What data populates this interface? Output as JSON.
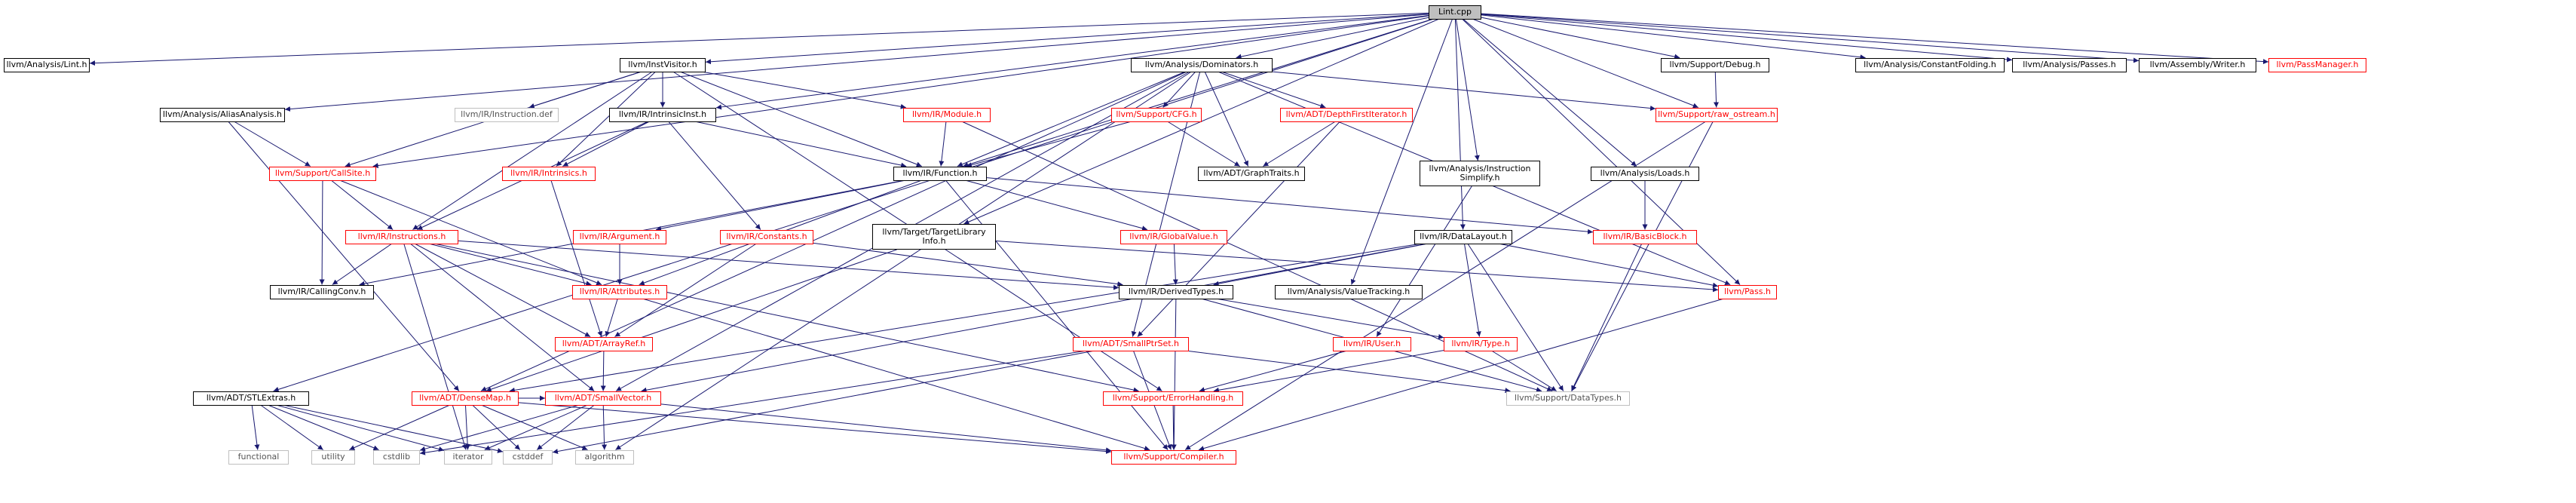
{
  "graph": {
    "edge_color": "#191970",
    "nodes": [
      {
        "id": "lint",
        "label": "Lint.cpp",
        "style": "root"
      },
      {
        "id": "analysis_lint",
        "label": "llvm/Analysis/Lint.h",
        "style": "normal"
      },
      {
        "id": "aa",
        "label": "llvm/Analysis/AliasAnalysis.h",
        "style": "normal"
      },
      {
        "id": "stlextras",
        "label": "llvm/ADT/STLExtras.h",
        "style": "normal"
      },
      {
        "id": "instvisitor",
        "label": "llvm/InstVisitor.h",
        "style": "normal"
      },
      {
        "id": "instrdef",
        "label": "llvm/IR/Instruction.def",
        "style": "gray"
      },
      {
        "id": "intrinsicinst",
        "label": "llvm/IR/IntrinsicInst.h",
        "style": "normal"
      },
      {
        "id": "module",
        "label": "llvm/IR/Module.h",
        "style": "red"
      },
      {
        "id": "dominators",
        "label": "llvm/Analysis/Dominators.h",
        "style": "normal"
      },
      {
        "id": "supportcfg",
        "label": "llvm/Support/CFG.h",
        "style": "red"
      },
      {
        "id": "dfi",
        "label": "llvm/ADT/DepthFirstIterator.h",
        "style": "red"
      },
      {
        "id": "graphtraits",
        "label": "llvm/ADT/GraphTraits.h",
        "style": "normal"
      },
      {
        "id": "debug",
        "label": "llvm/Support/Debug.h",
        "style": "normal"
      },
      {
        "id": "rawostream",
        "label": "llvm/Support/raw_ostream.h",
        "style": "red"
      },
      {
        "id": "constfold",
        "label": "llvm/Analysis/ConstantFolding.h",
        "style": "normal"
      },
      {
        "id": "passes",
        "label": "llvm/Analysis/Passes.h",
        "style": "normal"
      },
      {
        "id": "asmwriter",
        "label": "llvm/Assembly/Writer.h",
        "style": "normal"
      },
      {
        "id": "passmanager",
        "label": "llvm/PassManager.h",
        "style": "red"
      },
      {
        "id": "callsite",
        "label": "llvm/Support/CallSite.h",
        "style": "red"
      },
      {
        "id": "intrinsics",
        "label": "llvm/IR/Intrinsics.h",
        "style": "red"
      },
      {
        "id": "function",
        "label": "llvm/IR/Function.h",
        "style": "normal"
      },
      {
        "id": "instsimplify",
        "label": "llvm/Analysis/Instruction\nSimplify.h",
        "style": "normal"
      },
      {
        "id": "loads",
        "label": "llvm/Analysis/Loads.h",
        "style": "normal"
      },
      {
        "id": "instructions",
        "label": "llvm/IR/Instructions.h",
        "style": "red"
      },
      {
        "id": "argument",
        "label": "llvm/IR/Argument.h",
        "style": "red"
      },
      {
        "id": "constants",
        "label": "llvm/IR/Constants.h",
        "style": "red"
      },
      {
        "id": "targetlibinfo",
        "label": "llvm/Target/TargetLibrary\nInfo.h",
        "style": "normal"
      },
      {
        "id": "globalvalue",
        "label": "llvm/IR/GlobalValue.h",
        "style": "red"
      },
      {
        "id": "datalayout",
        "label": "llvm/IR/DataLayout.h",
        "style": "normal"
      },
      {
        "id": "basicblock",
        "label": "llvm/IR/BasicBlock.h",
        "style": "red"
      },
      {
        "id": "callingconv",
        "label": "llvm/IR/CallingConv.h",
        "style": "normal"
      },
      {
        "id": "attributes",
        "label": "llvm/IR/Attributes.h",
        "style": "red"
      },
      {
        "id": "derivedtypes",
        "label": "llvm/IR/DerivedTypes.h",
        "style": "normal"
      },
      {
        "id": "valuetracking",
        "label": "llvm/Analysis/ValueTracking.h",
        "style": "normal"
      },
      {
        "id": "pass",
        "label": "llvm/Pass.h",
        "style": "red"
      },
      {
        "id": "arrayref",
        "label": "llvm/ADT/ArrayRef.h",
        "style": "red"
      },
      {
        "id": "smallptrset",
        "label": "llvm/ADT/SmallPtrSet.h",
        "style": "red"
      },
      {
        "id": "iruser",
        "label": "llvm/IR/User.h",
        "style": "red"
      },
      {
        "id": "irtype",
        "label": "llvm/IR/Type.h",
        "style": "red"
      },
      {
        "id": "densemap",
        "label": "llvm/ADT/DenseMap.h",
        "style": "red"
      },
      {
        "id": "smallvector",
        "label": "llvm/ADT/SmallVector.h",
        "style": "red"
      },
      {
        "id": "errorhandling",
        "label": "llvm/Support/ErrorHandling.h",
        "style": "red"
      },
      {
        "id": "datatypes",
        "label": "llvm/Support/DataTypes.h",
        "style": "gray"
      },
      {
        "id": "functional",
        "label": "functional",
        "style": "gray"
      },
      {
        "id": "utility",
        "label": "utility",
        "style": "gray"
      },
      {
        "id": "cstdlib",
        "label": "cstdlib",
        "style": "gray"
      },
      {
        "id": "iterator",
        "label": "iterator",
        "style": "gray"
      },
      {
        "id": "cstddef",
        "label": "cstddef",
        "style": "gray"
      },
      {
        "id": "algorithm",
        "label": "algorithm",
        "style": "gray"
      },
      {
        "id": "compiler",
        "label": "llvm/Support/Compiler.h",
        "style": "red"
      }
    ],
    "edges": [
      [
        "lint",
        "analysis_lint"
      ],
      [
        "lint",
        "aa"
      ],
      [
        "lint",
        "stlextras"
      ],
      [
        "lint",
        "instvisitor"
      ],
      [
        "lint",
        "intrinsicinst"
      ],
      [
        "lint",
        "function"
      ],
      [
        "lint",
        "callsite"
      ],
      [
        "lint",
        "dominators"
      ],
      [
        "lint",
        "targetlibinfo"
      ],
      [
        "lint",
        "debug"
      ],
      [
        "lint",
        "rawostream"
      ],
      [
        "lint",
        "constfold"
      ],
      [
        "lint",
        "passes"
      ],
      [
        "lint",
        "asmwriter"
      ],
      [
        "lint",
        "passmanager"
      ],
      [
        "lint",
        "instsimplify"
      ],
      [
        "lint",
        "loads"
      ],
      [
        "lint",
        "valuetracking"
      ],
      [
        "lint",
        "datalayout"
      ],
      [
        "lint",
        "pass"
      ],
      [
        "aa",
        "callsite"
      ],
      [
        "aa",
        "densemap"
      ],
      [
        "stlextras",
        "functional"
      ],
      [
        "stlextras",
        "utility"
      ],
      [
        "stlextras",
        "cstdlib"
      ],
      [
        "stlextras",
        "iterator"
      ],
      [
        "stlextras",
        "cstddef"
      ],
      [
        "instvisitor",
        "instrdef"
      ],
      [
        "instvisitor",
        "intrinsicinst"
      ],
      [
        "instvisitor",
        "module"
      ],
      [
        "instvisitor",
        "function"
      ],
      [
        "instvisitor",
        "callsite"
      ],
      [
        "instvisitor",
        "intrinsics"
      ],
      [
        "instvisitor",
        "instructions"
      ],
      [
        "instvisitor",
        "errorhandling"
      ],
      [
        "intrinsicinst",
        "intrinsics"
      ],
      [
        "intrinsicinst",
        "function"
      ],
      [
        "intrinsicinst",
        "instructions"
      ],
      [
        "intrinsicinst",
        "constants"
      ],
      [
        "module",
        "function"
      ],
      [
        "module",
        "datatypes"
      ],
      [
        "dominators",
        "supportcfg"
      ],
      [
        "dominators",
        "dfi"
      ],
      [
        "dominators",
        "graphtraits"
      ],
      [
        "dominators",
        "function"
      ],
      [
        "dominators",
        "smallptrset"
      ],
      [
        "dominators",
        "smallvector"
      ],
      [
        "dominators",
        "densemap"
      ],
      [
        "dominators",
        "rawostream"
      ],
      [
        "dominators",
        "pass"
      ],
      [
        "dominators",
        "algorithm"
      ],
      [
        "supportcfg",
        "function"
      ],
      [
        "supportcfg",
        "graphtraits"
      ],
      [
        "dfi",
        "graphtraits"
      ],
      [
        "dfi",
        "smallptrset"
      ],
      [
        "debug",
        "rawostream"
      ],
      [
        "rawostream",
        "compiler"
      ],
      [
        "rawostream",
        "datatypes"
      ],
      [
        "callsite",
        "instructions"
      ],
      [
        "callsite",
        "attributes"
      ],
      [
        "callsite",
        "callingconv"
      ],
      [
        "intrinsics",
        "arrayref"
      ],
      [
        "function",
        "argument"
      ],
      [
        "function",
        "attributes"
      ],
      [
        "function",
        "globalvalue"
      ],
      [
        "function",
        "basicblock"
      ],
      [
        "function",
        "callingconv"
      ],
      [
        "function",
        "compiler"
      ],
      [
        "instsimplify",
        "iruser"
      ],
      [
        "loads",
        "basicblock"
      ],
      [
        "instructions",
        "callingconv"
      ],
      [
        "instructions",
        "attributes"
      ],
      [
        "instructions",
        "derivedtypes"
      ],
      [
        "instructions",
        "arrayref"
      ],
      [
        "instructions",
        "smallvector"
      ],
      [
        "instructions",
        "errorhandling"
      ],
      [
        "instructions",
        "iterator"
      ],
      [
        "argument",
        "attributes"
      ],
      [
        "constants",
        "derivedtypes"
      ],
      [
        "constants",
        "arrayref"
      ],
      [
        "targetlibinfo",
        "pass"
      ],
      [
        "targetlibinfo",
        "densemap"
      ],
      [
        "globalvalue",
        "derivedtypes"
      ],
      [
        "datalayout",
        "derivedtypes"
      ],
      [
        "datalayout",
        "pass"
      ],
      [
        "datalayout",
        "irtype"
      ],
      [
        "datalayout",
        "datatypes"
      ],
      [
        "datalayout",
        "densemap"
      ],
      [
        "datalayout",
        "smallvector"
      ],
      [
        "basicblock",
        "datatypes"
      ],
      [
        "attributes",
        "arrayref"
      ],
      [
        "attributes",
        "compiler"
      ],
      [
        "derivedtypes",
        "irtype"
      ],
      [
        "derivedtypes",
        "datatypes"
      ],
      [
        "derivedtypes",
        "compiler"
      ],
      [
        "pass",
        "compiler"
      ],
      [
        "arrayref",
        "smallvector"
      ],
      [
        "smallptrset",
        "compiler"
      ],
      [
        "smallptrset",
        "datatypes"
      ],
      [
        "smallptrset",
        "cstdlib"
      ],
      [
        "smallptrset",
        "cstddef"
      ],
      [
        "iruser",
        "errorhandling"
      ],
      [
        "irtype",
        "datatypes"
      ],
      [
        "irtype",
        "errorhandling"
      ],
      [
        "densemap",
        "utility"
      ],
      [
        "densemap",
        "iterator"
      ],
      [
        "densemap",
        "cstddef"
      ],
      [
        "densemap",
        "algorithm"
      ],
      [
        "densemap",
        "compiler"
      ],
      [
        "densemap",
        "smallvector"
      ],
      [
        "smallvector",
        "cstdlib"
      ],
      [
        "smallvector",
        "iterator"
      ],
      [
        "smallvector",
        "cstddef"
      ],
      [
        "smallvector",
        "algorithm"
      ],
      [
        "smallvector",
        "compiler"
      ],
      [
        "errorhandling",
        "compiler"
      ]
    ]
  }
}
